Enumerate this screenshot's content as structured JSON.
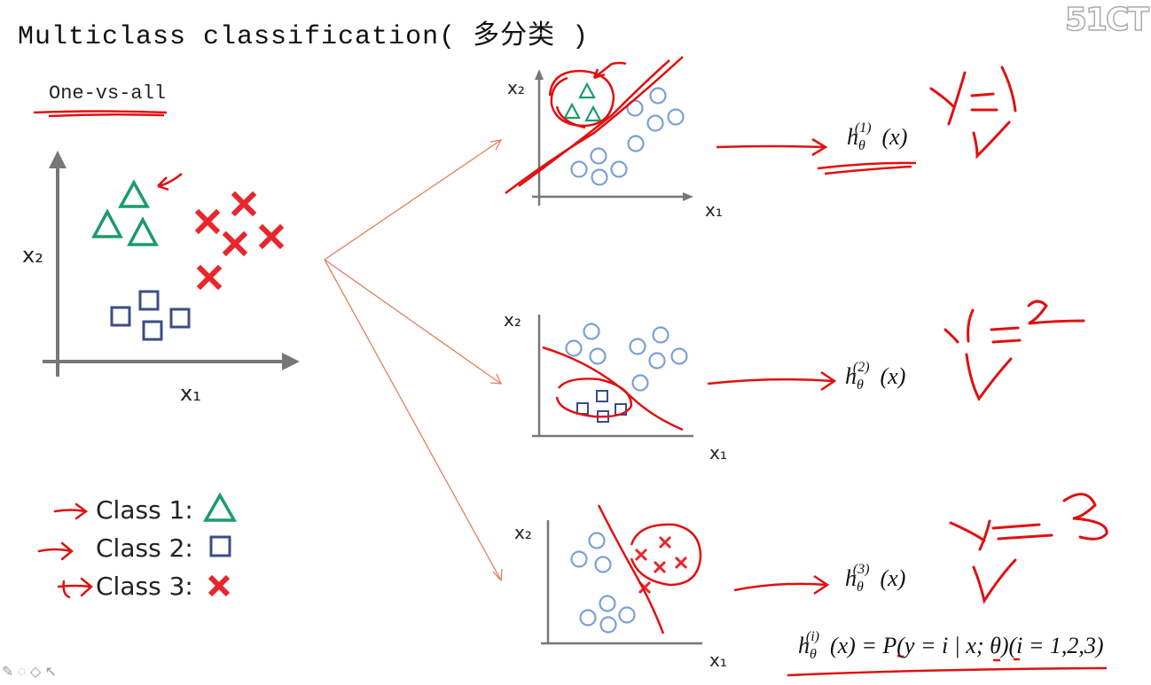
{
  "header": {
    "title": "Multiclass classification",
    "title_cn": "( 多分类 )",
    "subtitle": "One-vs-all",
    "watermark": "51CT"
  },
  "main_plot": {
    "x_label": "x₁",
    "y_label": "x₂"
  },
  "sub_plots": [
    {
      "x_label": "x₁",
      "y_label": "x₂",
      "hypothesis": "h_θ^(1)(x)",
      "annotation": "y=1"
    },
    {
      "x_label": "x₁",
      "y_label": "x₂",
      "hypothesis": "h_θ^(2)(x)",
      "annotation": "y=2"
    },
    {
      "x_label": "x₁",
      "y_label": "x₂",
      "hypothesis": "h_θ^(3)(x)",
      "annotation": "y=3"
    }
  ],
  "legend": [
    {
      "label": "Class 1:",
      "marker": "triangle",
      "color": "#1a9b6c"
    },
    {
      "label": "Class 2:",
      "marker": "square",
      "color": "#3a4e86"
    },
    {
      "label": "Class 3:",
      "marker": "cross",
      "color": "#e8262b"
    }
  ],
  "formula": {
    "text": "h_θ^(i)(x) = P(y = i | x; θ)(i = 1,2,3)"
  },
  "colors": {
    "annotation_red": "#e01010",
    "circle_blue": "#7b9fd6",
    "axis_gray": "#777777",
    "arrow_orange": "#e08060"
  },
  "toolbar": {
    "icons": [
      "pen-icon",
      "brush-icon",
      "eraser-icon",
      "pointer-icon"
    ]
  }
}
